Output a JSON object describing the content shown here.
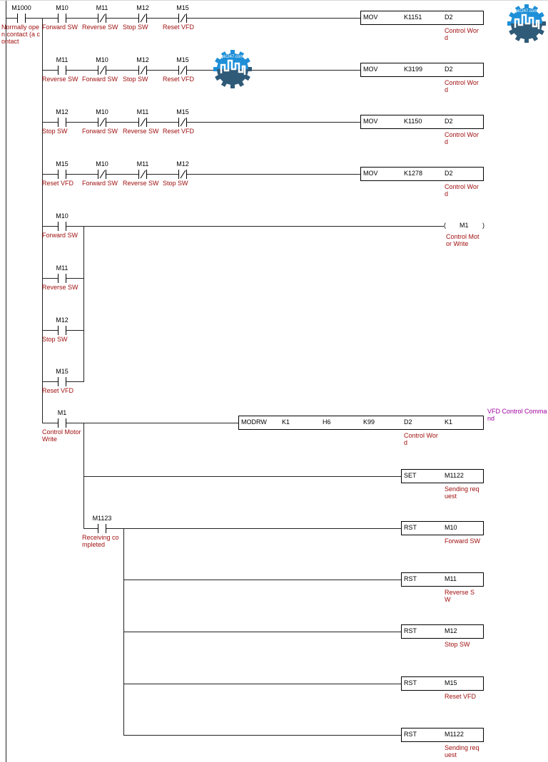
{
  "logo": {
    "text": "plc247.com",
    "colors": {
      "top": "#1e8fd8",
      "bottom": "#2f5a78"
    }
  },
  "colors": {
    "wire": "#222222",
    "label": "#a01010",
    "rung_comment": "#a000a0"
  },
  "rungs": [
    {
      "contacts": [
        {
          "addr": "M1000",
          "label": "Normally open contact (a contact",
          "type": "NO"
        },
        {
          "addr": "M10",
          "label": "Forward SW",
          "type": "NO"
        },
        {
          "addr": "M11",
          "label": "Reverse SW",
          "type": "NC"
        },
        {
          "addr": "M12",
          "label": "Stop SW",
          "type": "NC"
        },
        {
          "addr": "M15",
          "label": "Reset VFD",
          "type": "NC"
        }
      ],
      "output": {
        "instr": "MOV",
        "operands": [
          "K1151",
          "D2"
        ],
        "comments": [
          "",
          "Control Word"
        ]
      }
    },
    {
      "contacts": [
        {
          "addr": "M11",
          "label": "Reverse SW",
          "type": "NO"
        },
        {
          "addr": "M10",
          "label": "Forward SW",
          "type": "NC"
        },
        {
          "addr": "M12",
          "label": "Stop SW",
          "type": "NC"
        },
        {
          "addr": "M15",
          "label": "Reset VFD",
          "type": "NC"
        }
      ],
      "output": {
        "instr": "MOV",
        "operands": [
          "K3199",
          "D2"
        ],
        "comments": [
          "",
          "Control Word"
        ]
      }
    },
    {
      "contacts": [
        {
          "addr": "M12",
          "label": "Stop SW",
          "type": "NO"
        },
        {
          "addr": "M10",
          "label": "Forward SW",
          "type": "NC"
        },
        {
          "addr": "M11",
          "label": "Reverse SW",
          "type": "NC"
        },
        {
          "addr": "M15",
          "label": "Reset VFD",
          "type": "NC"
        }
      ],
      "output": {
        "instr": "MOV",
        "operands": [
          "K1150",
          "D2"
        ],
        "comments": [
          "",
          "Control Word"
        ]
      }
    },
    {
      "contacts": [
        {
          "addr": "M15",
          "label": "Reset VFD",
          "type": "NO"
        },
        {
          "addr": "M10",
          "label": "Forward SW",
          "type": "NC"
        },
        {
          "addr": "M11",
          "label": "Reverse SW",
          "type": "NC"
        },
        {
          "addr": "M12",
          "label": "Stop SW",
          "type": "NC"
        }
      ],
      "output": {
        "instr": "MOV",
        "operands": [
          "K1278",
          "D2"
        ],
        "comments": [
          "",
          "Control Word"
        ]
      }
    },
    {
      "contacts": [
        {
          "addr": "M10",
          "label": "Forward SW",
          "type": "NO"
        }
      ],
      "coil": {
        "addr": "M1",
        "label": "Control Motor Write",
        "open": "(",
        "close": ")"
      }
    },
    {
      "contacts": [
        {
          "addr": "M11",
          "label": "Reverse SW",
          "type": "NO"
        }
      ]
    },
    {
      "contacts": [
        {
          "addr": "M12",
          "label": "Stop SW",
          "type": "NO"
        }
      ]
    },
    {
      "contacts": [
        {
          "addr": "M15",
          "label": "Reset VFD",
          "type": "NO"
        }
      ]
    },
    {
      "contacts": [
        {
          "addr": "M1",
          "label": "Control Motor Write",
          "type": "NO"
        }
      ],
      "output": {
        "instr": "MODRW",
        "operands": [
          "K1",
          "H6",
          "K99",
          "D2",
          "K1"
        ],
        "comments": [
          "",
          "",
          "",
          "Control Word",
          ""
        ]
      },
      "rung_comment": "VFD Control Command"
    },
    {
      "contacts": [],
      "output": {
        "instr": "SET",
        "operands": [
          "M1122"
        ],
        "comments": [
          "Sending request"
        ]
      }
    },
    {
      "contacts": [
        {
          "addr": "M1123",
          "label": "Receiving completed",
          "type": "NO"
        }
      ],
      "output": {
        "instr": "RST",
        "operands": [
          "M10"
        ],
        "comments": [
          "Forward SW"
        ]
      }
    },
    {
      "contacts": [],
      "output": {
        "instr": "RST",
        "operands": [
          "M11"
        ],
        "comments": [
          "Reverse SW"
        ]
      }
    },
    {
      "contacts": [],
      "output": {
        "instr": "RST",
        "operands": [
          "M12"
        ],
        "comments": [
          "Stop SW"
        ]
      }
    },
    {
      "contacts": [],
      "output": {
        "instr": "RST",
        "operands": [
          "M15"
        ],
        "comments": [
          "Reset VFD"
        ]
      }
    },
    {
      "contacts": [],
      "output": {
        "instr": "RST",
        "operands": [
          "M1122"
        ],
        "comments": [
          "Sending request"
        ]
      }
    }
  ]
}
